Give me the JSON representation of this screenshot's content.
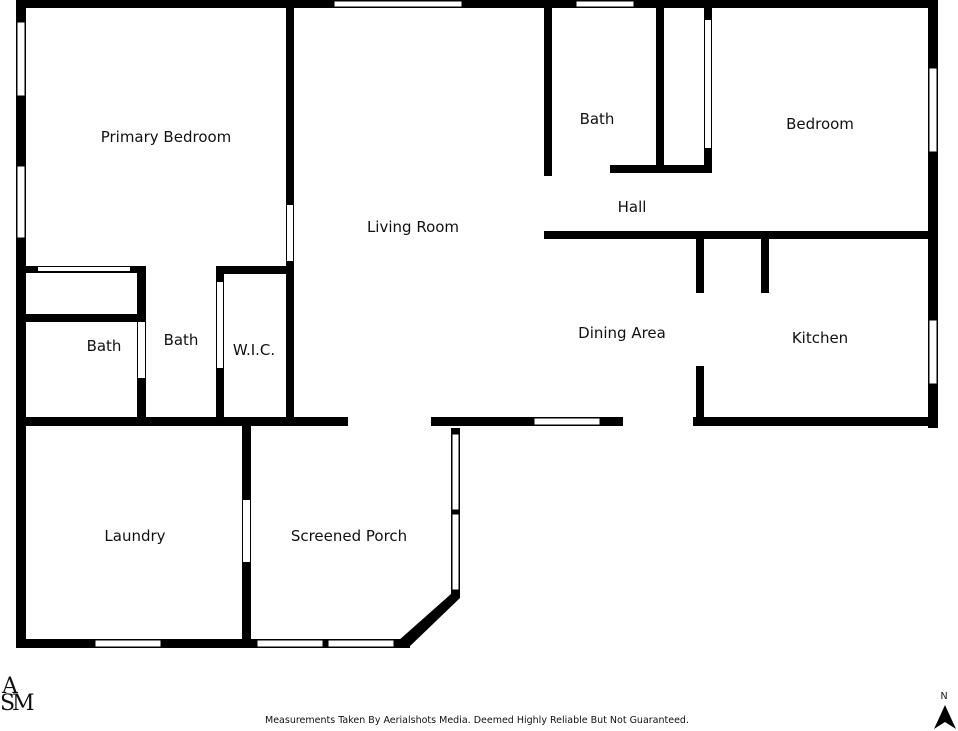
{
  "rooms": {
    "primary_bedroom": "Primary Bedroom",
    "living_room": "Living Room",
    "bath_top": "Bath",
    "bedroom": "Bedroom",
    "hall": "Hall",
    "bath_left": "Bath",
    "bath_center": "Bath",
    "wic": "W.I.C.",
    "dining_area": "Dining Area",
    "kitchen": "Kitchen",
    "laundry": "Laundry",
    "screened_porch": "Screened Porch"
  },
  "logo": {
    "letter_a": "A",
    "letter_s": "S",
    "letter_m": "M"
  },
  "footer": {
    "disclaimer": "Measurements Taken By Aerialshots Media. Deemed Highly Reliable But Not Guaranteed."
  },
  "compass": {
    "label": "N"
  },
  "colors": {
    "wall": "#000000",
    "background": "#ffffff",
    "window": "#ffffff"
  }
}
